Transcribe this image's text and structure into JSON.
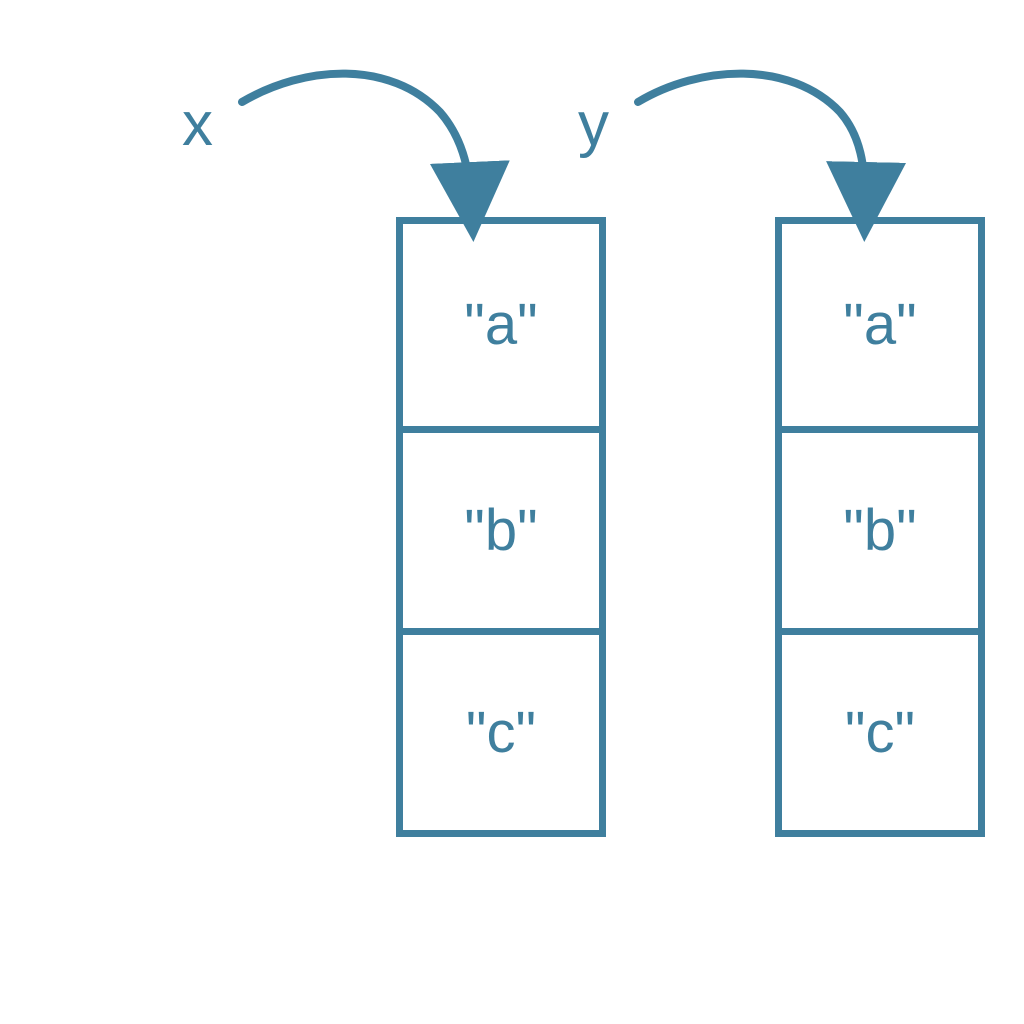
{
  "variables": [
    {
      "name": "x"
    },
    {
      "name": "y"
    }
  ],
  "lists": [
    {
      "items": [
        "\"a\"",
        "\"b\"",
        "\"c\""
      ]
    },
    {
      "items": [
        "\"a\"",
        "\"b\"",
        "\"c\""
      ]
    }
  ],
  "colors": {
    "stroke": "#3f7f9e",
    "text": "#3f7f9e",
    "background": "#ffffff"
  },
  "icons": {
    "pointer": "curved-arrow-icon"
  }
}
